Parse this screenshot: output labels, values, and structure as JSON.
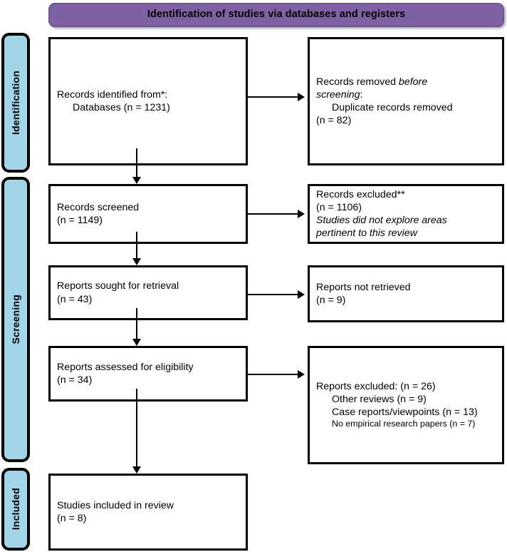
{
  "banner": {
    "title": "Identification of studies via databases and registers",
    "color": "#7e62a3"
  },
  "rails": {
    "color": "#a2d5e8",
    "identification": "Identification",
    "screening": "Screening",
    "included": "Included"
  },
  "boxes": {
    "identified": {
      "line1": "Records identified from*:",
      "line2": "Databases (n = 1231)"
    },
    "removed": {
      "line1_a": "Records removed ",
      "line1_b": "before",
      "line2_a": "screening",
      "line2_b": ":",
      "line3": "Duplicate records removed",
      "line4": "(n = 82)"
    },
    "screened": {
      "line1": "Records screened",
      "line2": "(n = 1149)"
    },
    "excluded": {
      "line1": "Records excluded**",
      "line2": "(n = 1106)",
      "line3": "Studies did not explore areas",
      "line4": "pertinent to this review"
    },
    "sought": {
      "line1": "Reports sought for retrieval",
      "line2": "(n = 43)"
    },
    "not_retrieved": {
      "line1": "Reports not retrieved",
      "line2": "(n = 9)"
    },
    "assessed": {
      "line1": "Reports assessed for eligibility",
      "line2": "(n = 34)"
    },
    "reports_excluded": {
      "line1": "Reports excluded: (n = 26)",
      "line2": "Other reviews (n = 9)",
      "line3": "Case reports/viewpoints (n = 13)",
      "line4": "No empirical research papers (n = 7)"
    },
    "included": {
      "line1": "Studies included in review",
      "line2": "(n = 8)"
    }
  }
}
